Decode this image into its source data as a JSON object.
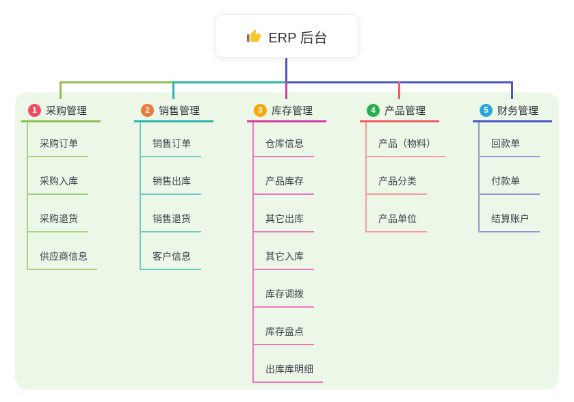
{
  "root": {
    "label": "ERP 后台",
    "icon": "thumbs-up"
  },
  "canvas": {
    "panel_bg": "#ecf7e8"
  },
  "branches": [
    {
      "badge": "1",
      "title": "采购管理",
      "badge_color": "#f04c62",
      "color": "#8cc152",
      "light": "#a9d27f",
      "children": [
        "采购订单",
        "采购入库",
        "采购退货",
        "供应商信息"
      ]
    },
    {
      "badge": "2",
      "title": "销售管理",
      "badge_color": "#ee7739",
      "color": "#29b5ac",
      "light": "#6fc9c3",
      "children": [
        "销售订单",
        "销售出库",
        "销售退货",
        "客户信息"
      ]
    },
    {
      "badge": "3",
      "title": "库存管理",
      "badge_color": "#f7a70a",
      "color": "#d23a9e",
      "light": "#e878be",
      "children": [
        "仓库信息",
        "产品库存",
        "其它出库",
        "其它入库",
        "库存调拨",
        "库存盘点",
        "出库库明细"
      ]
    },
    {
      "badge": "4",
      "title": "产品管理",
      "badge_color": "#2aad4f",
      "color": "#f4585c",
      "light": "#f89c9b",
      "children": [
        "产品（物料）",
        "产品分类",
        "产品单位"
      ]
    },
    {
      "badge": "5",
      "title": "财务管理",
      "badge_color": "#2ba6dd",
      "color": "#4757c6",
      "light": "#8d9bda",
      "children": [
        "回款单",
        "付款单",
        "结算账户"
      ]
    }
  ]
}
